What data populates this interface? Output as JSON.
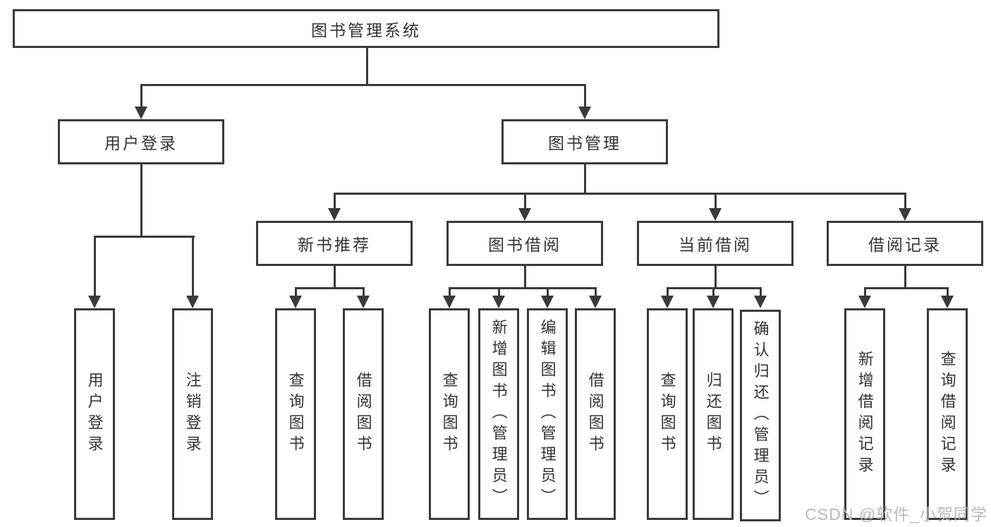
{
  "title": "图书管理系统",
  "level2": [
    "用户登录",
    "图书管理"
  ],
  "level3": [
    "新书推荐",
    "图书借阅",
    "当前借阅",
    "借阅记录"
  ],
  "leaf_groups": [
    {
      "parent": "用户登录",
      "items": [
        "用户登录",
        "注销登录"
      ]
    },
    {
      "parent": "新书推荐",
      "items": [
        "查询图书",
        "借阅图书"
      ]
    },
    {
      "parent": "图书借阅",
      "items": [
        "查询图书",
        "新增图书（管理员）",
        "编辑图书（管理员）",
        "借阅图书"
      ]
    },
    {
      "parent": "当前借阅",
      "items": [
        "查询图书",
        "归还图书",
        "确认归还（管理员）"
      ]
    },
    {
      "parent": "借阅记录",
      "items": [
        "新增借阅记录",
        "查询借阅记录"
      ]
    }
  ],
  "watermark": "CSDN @软件_小贺同学",
  "colors": {
    "line": "#3a3a3a",
    "text": "#333333",
    "watermark": "#b9b9b9",
    "background": "#ffffff"
  }
}
